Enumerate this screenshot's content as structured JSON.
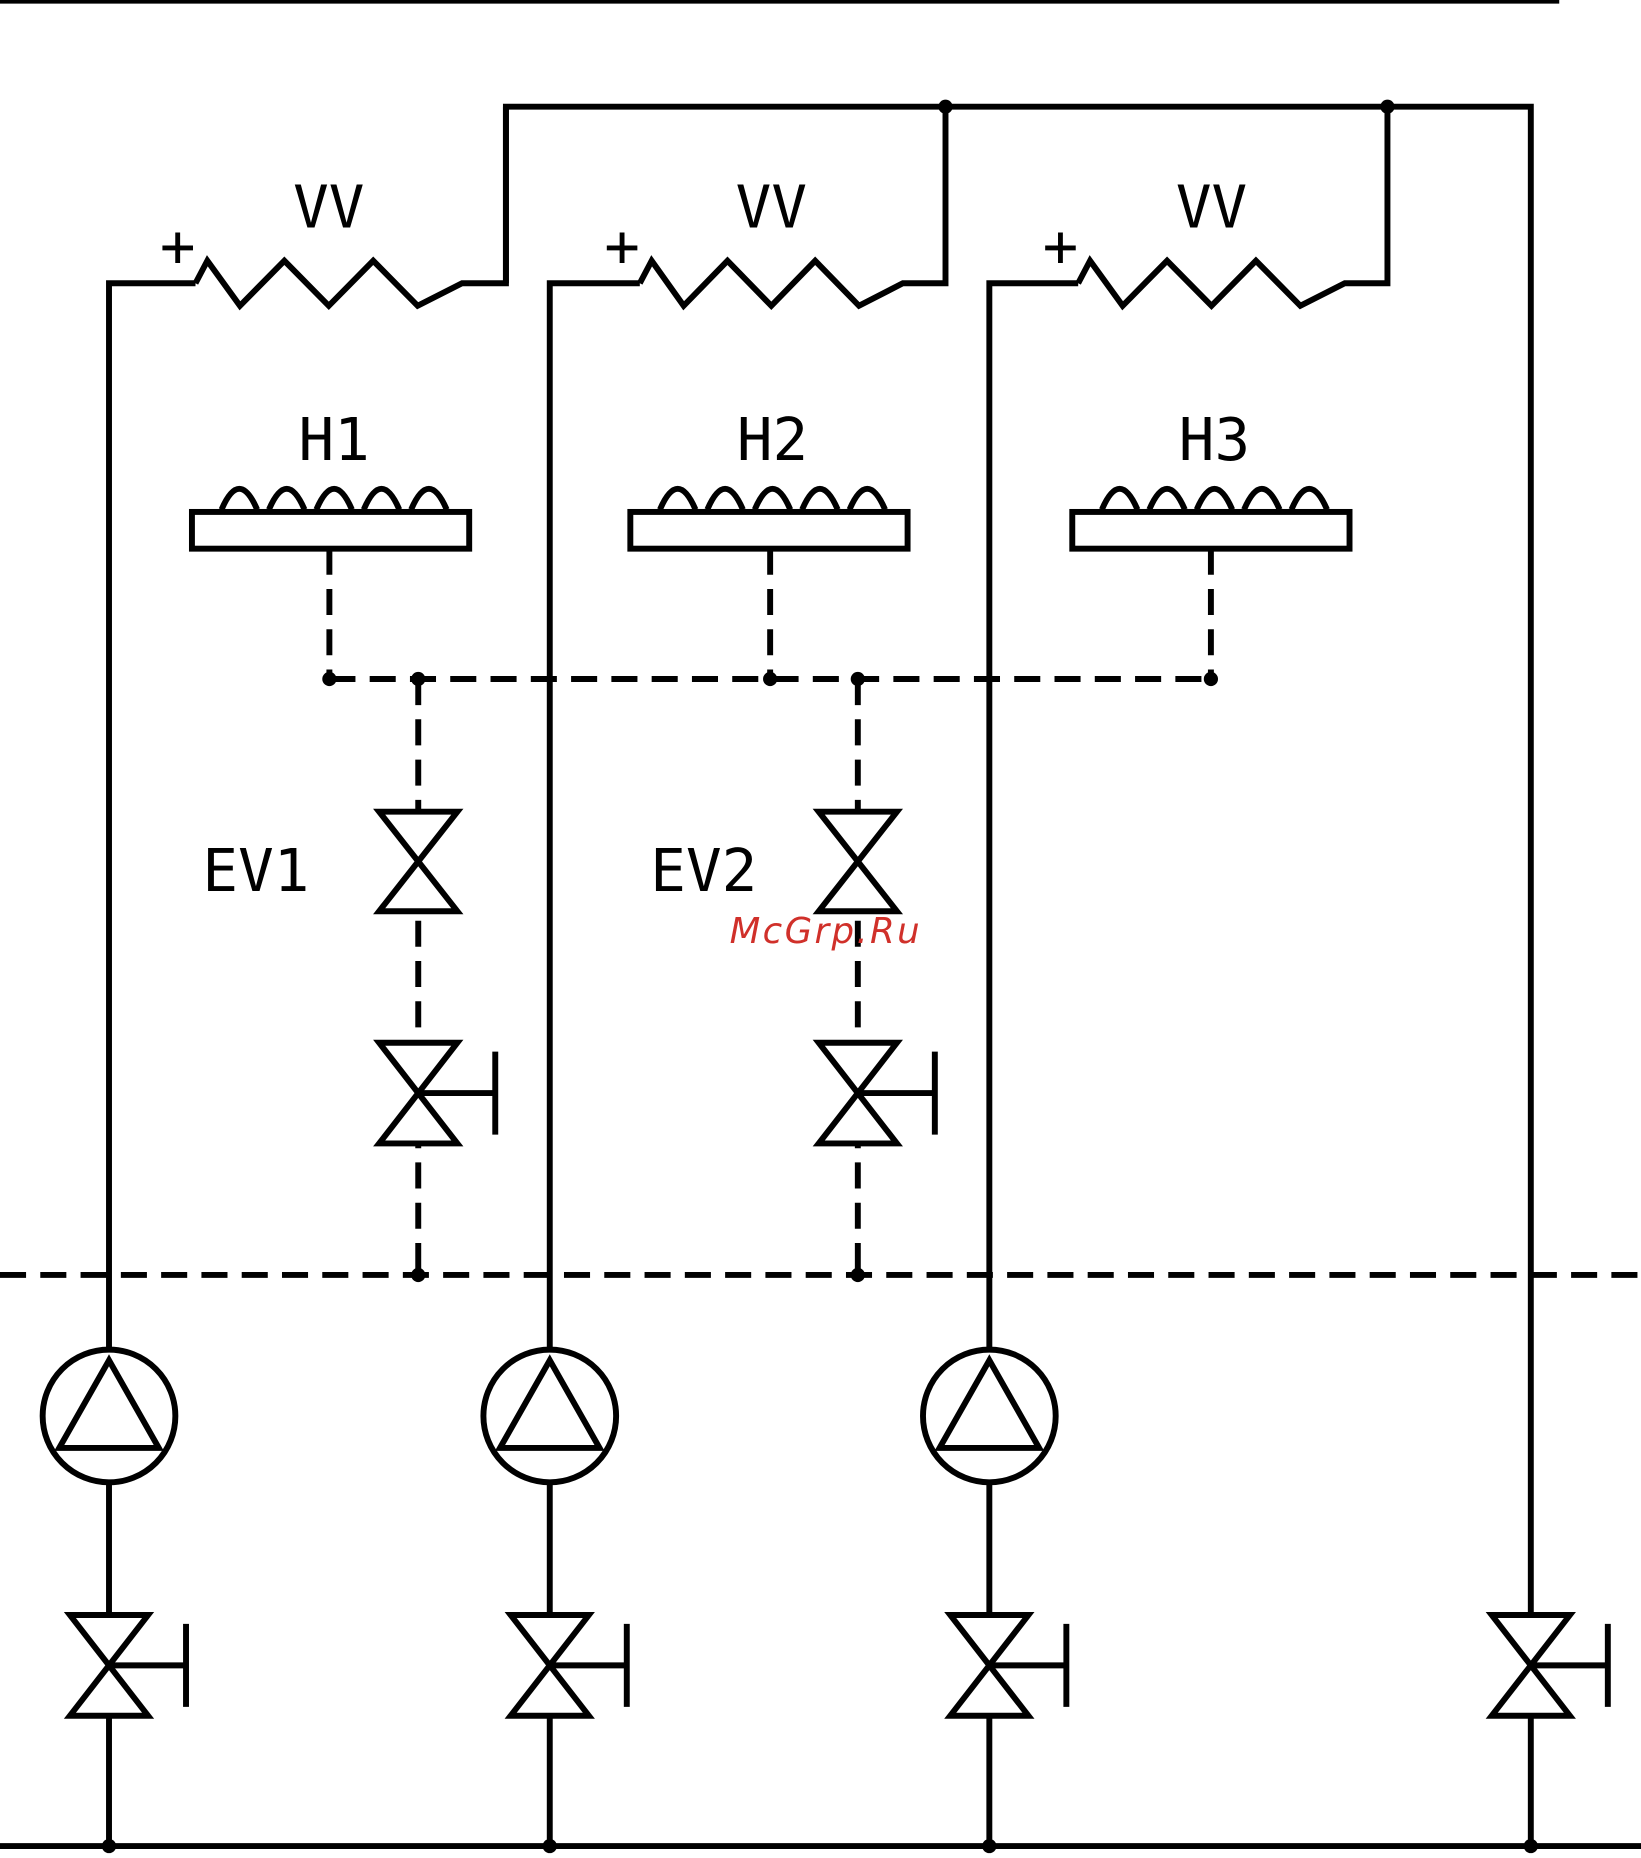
{
  "resistors": [
    {
      "label": "VV",
      "polarity": "+"
    },
    {
      "label": "VV",
      "polarity": "+"
    },
    {
      "label": "VV",
      "polarity": "+"
    }
  ],
  "heaters": [
    {
      "label": "H1"
    },
    {
      "label": "H2"
    },
    {
      "label": "H3"
    }
  ],
  "solenoid_valves": [
    {
      "label": "EV1"
    },
    {
      "label": "EV2"
    }
  ],
  "watermark": "McGrp.Ru",
  "colors": {
    "line": "#000000",
    "watermark": "#d0302a"
  }
}
